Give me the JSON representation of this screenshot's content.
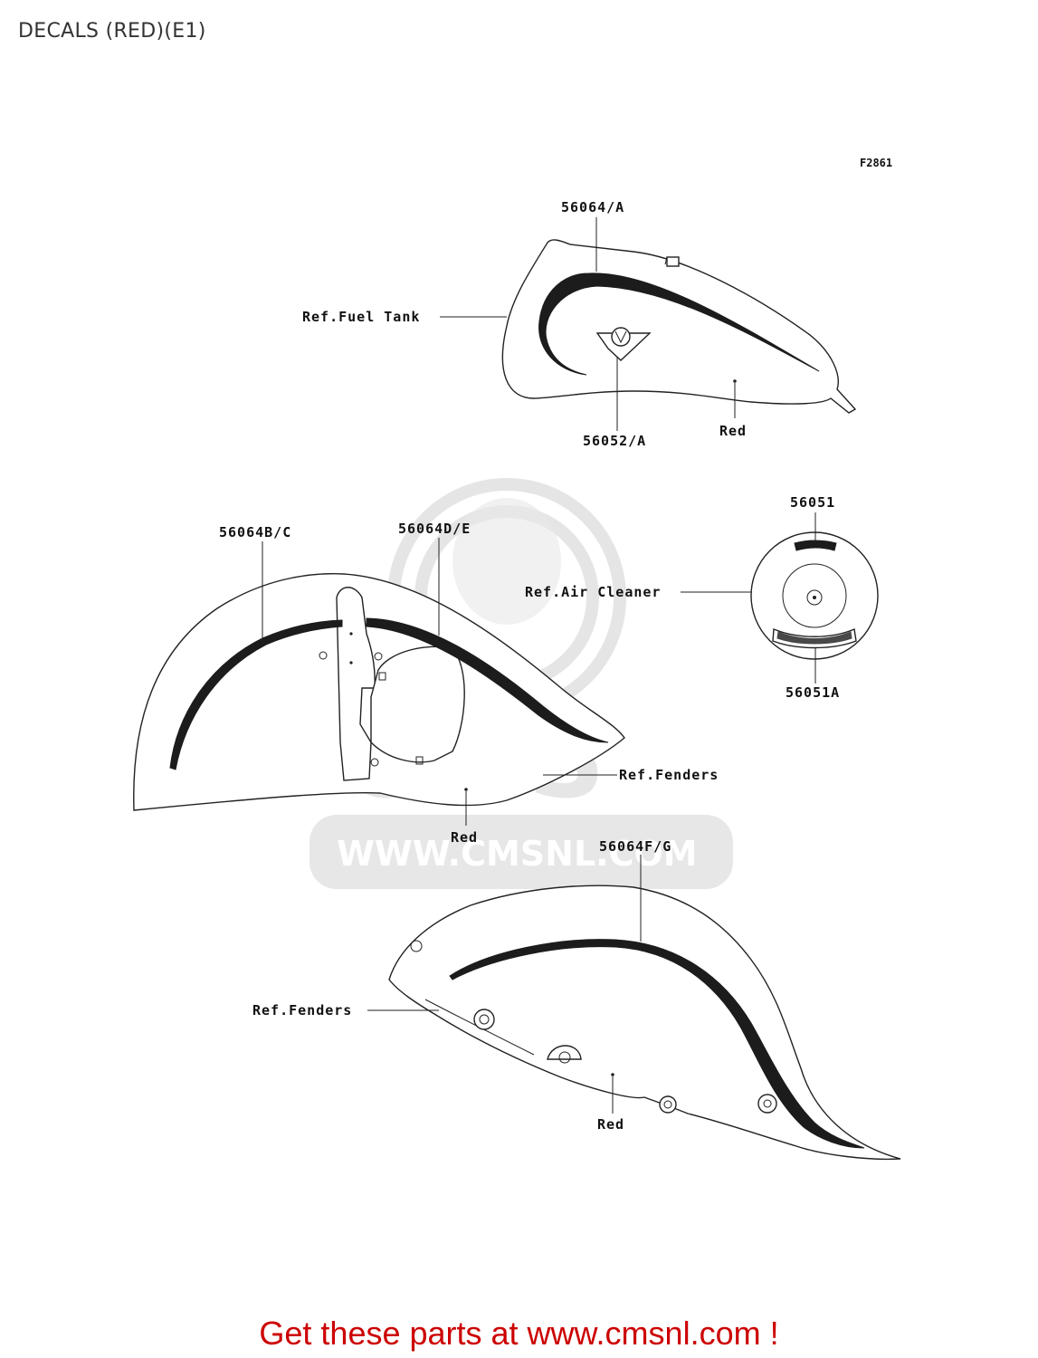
{
  "page": {
    "title": "DECALS (RED)(E1)",
    "footer": "Get these parts at www.cmsnl.com !"
  },
  "diagram": {
    "figure_code": "F2861",
    "watermark": {
      "text": "WWW.CMSNL.COM",
      "logo_text": "CMS"
    },
    "fuel_tank": {
      "ref_label": "Ref.Fuel Tank",
      "part_top": "56064/A",
      "part_emblem": "56052/A",
      "color": "Red"
    },
    "air_cleaner": {
      "ref_label": "Ref.Air Cleaner",
      "part_top": "56051",
      "part_bottom": "56051A"
    },
    "front_fender": {
      "ref_label": "Ref.Fenders",
      "part_left": "56064B/C",
      "part_right": "56064D/E",
      "color": "Red"
    },
    "rear_fender": {
      "ref_label": "Ref.Fenders",
      "part_top": "56064F/G",
      "color": "Red"
    }
  },
  "colors": {
    "footer_text": "#cc0000",
    "line_art": "#222222",
    "watermark": "#e6e6e6"
  }
}
